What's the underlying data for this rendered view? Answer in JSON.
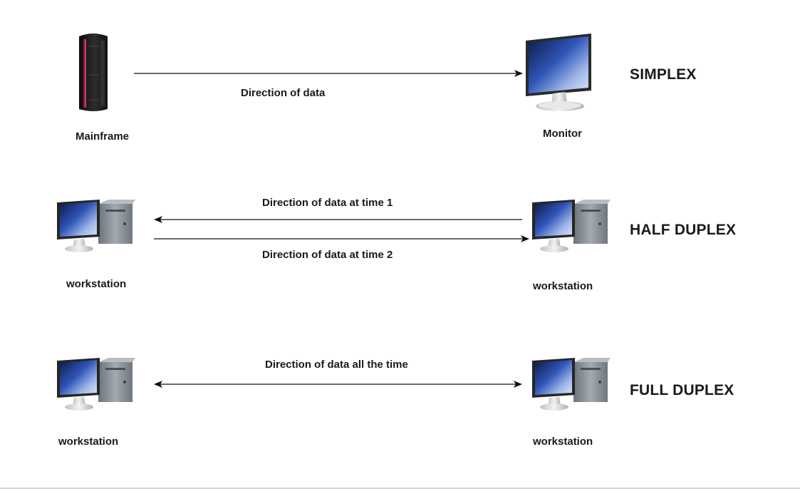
{
  "rows": {
    "simplex": {
      "mode": "SIMPLEX",
      "left_label": "Mainframe",
      "right_label": "Monitor",
      "arrow_label": "Direction of data",
      "left_icon": "mainframe-icon",
      "right_icon": "monitor-icon"
    },
    "half_duplex": {
      "mode": "HALF DUPLEX",
      "left_label": "workstation",
      "right_label": "workstation",
      "arrow_label_1": "Direction of data at time 1",
      "arrow_label_2": "Direction of data at time 2",
      "left_icon": "workstation-icon",
      "right_icon": "workstation-icon"
    },
    "full_duplex": {
      "mode": "FULL DUPLEX",
      "left_label": "workstation",
      "right_label": "workstation",
      "arrow_label": "Direction  of data all the time",
      "left_icon": "workstation-icon",
      "right_icon": "workstation-icon"
    }
  },
  "colors": {
    "screen_blue": "#2b4aa8",
    "case_grey": "#8a8f96",
    "mainframe_black": "#1c1c1c",
    "mainframe_stripe": "#c0305a",
    "arrow": "#111111"
  }
}
